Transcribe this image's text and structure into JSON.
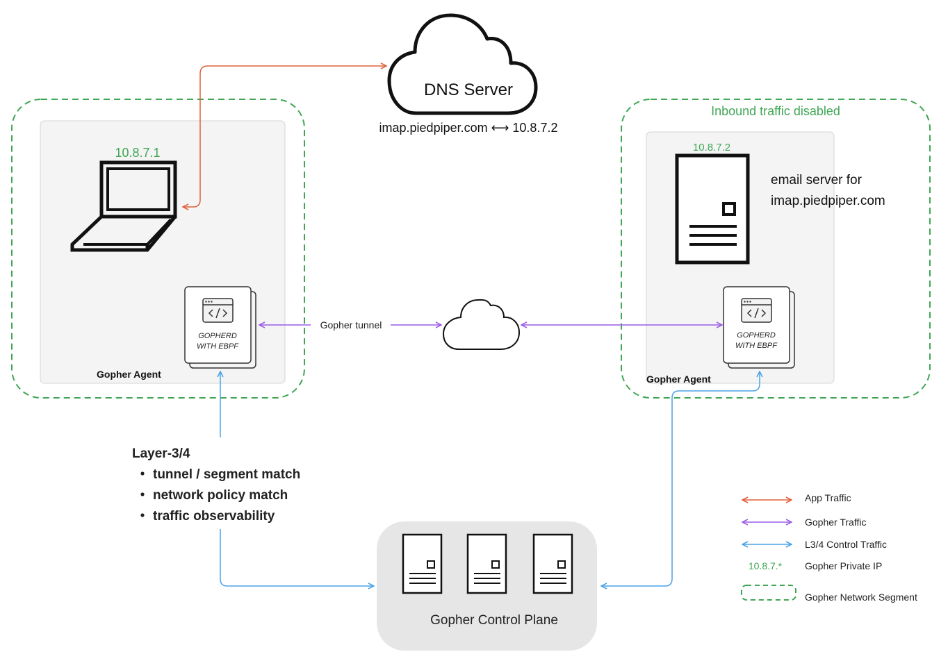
{
  "dns": {
    "title": "DNS Server",
    "mapping": "imap.piedpiper.com ⟷ 10.8.7.2"
  },
  "client_segment": {
    "ip": "10.8.7.1",
    "agent_label": "Gopher Agent",
    "gopherd_line1": "GOPHERD",
    "gopherd_line2": "WITH EBPF"
  },
  "server_segment": {
    "banner": "Inbound traffic disabled",
    "ip": "10.8.7.2",
    "desc_line1": "email server for",
    "desc_line2": "imap.piedpiper.com",
    "agent_label": "Gopher Agent",
    "gopherd_line1": "GOPHERD",
    "gopherd_line2": "WITH EBPF"
  },
  "tunnel": {
    "label": "Gopher tunnel"
  },
  "layer_notes": {
    "heading": "Layer-3/4",
    "items": [
      "tunnel / segment match",
      "network policy match",
      "traffic observability"
    ]
  },
  "control_plane": {
    "label": "Gopher Control Plane"
  },
  "legend": {
    "items": [
      {
        "type": "arrow",
        "color": "#e0603c",
        "label": "App Traffic"
      },
      {
        "type": "arrow",
        "color": "#9b5de5",
        "label": "Gopher Traffic"
      },
      {
        "type": "arrow",
        "color": "#4aa3e8",
        "label": "L3/4 Control Traffic"
      },
      {
        "type": "text",
        "color": "#3fa654",
        "sample": "10.8.7.*",
        "label": "Gopher Private IP"
      },
      {
        "type": "segment",
        "color": "#3fa654",
        "label": "Gopher Network Segment"
      }
    ]
  },
  "colors": {
    "app": "#e0603c",
    "gopher": "#9b5de5",
    "control": "#4aa3e8",
    "segment": "#3fa654",
    "panel": "#f4f4f4",
    "control_plane_bg": "#e6e6e6"
  }
}
